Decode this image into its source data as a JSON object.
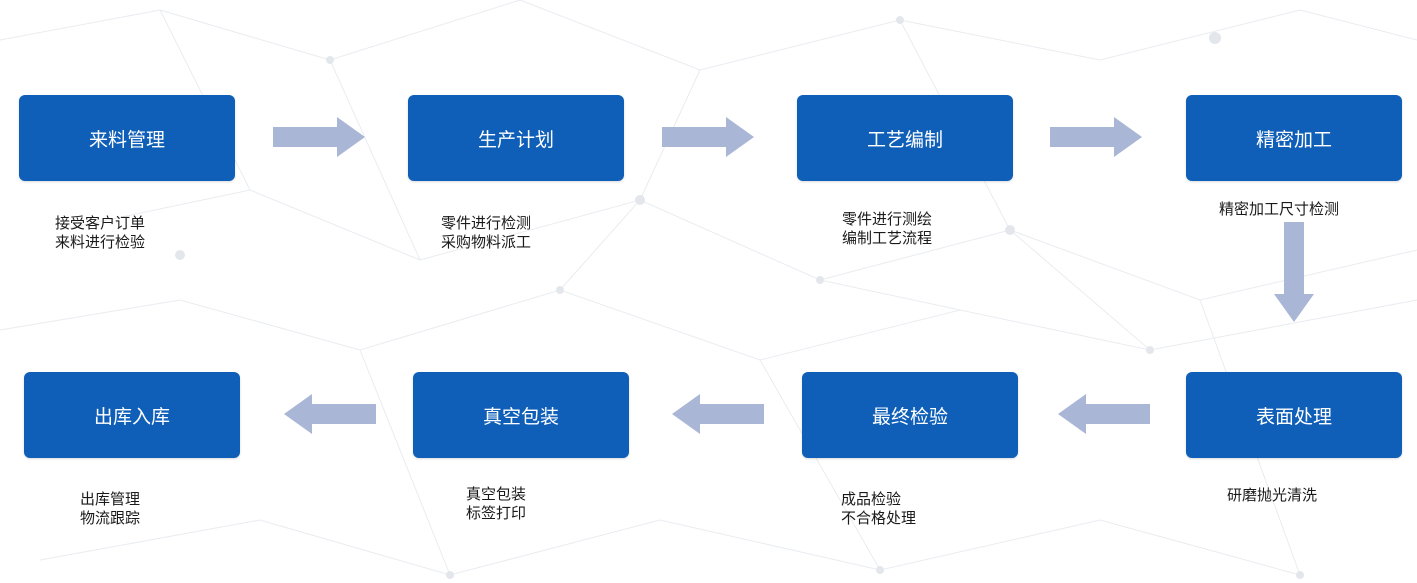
{
  "colors": {
    "box": "#0f5fb8",
    "arrow": "#a9b6d6",
    "text": "#1a1a1a"
  },
  "steps": [
    {
      "title": "来料管理",
      "lines": [
        "接受客户订单",
        "来料进行检验"
      ]
    },
    {
      "title": "生产计划",
      "lines": [
        "零件进行检测",
        "采购物料派工"
      ]
    },
    {
      "title": "工艺编制",
      "lines": [
        "零件进行测绘",
        "编制工艺流程"
      ]
    },
    {
      "title": "精密加工",
      "lines": [
        "精密加工尺寸检测"
      ]
    },
    {
      "title": "表面处理",
      "lines": [
        "研磨抛光清洗"
      ]
    },
    {
      "title": "最终检验",
      "lines": [
        "成品检验",
        "不合格处理"
      ]
    },
    {
      "title": "真空包装",
      "lines": [
        "真空包装",
        "标签打印"
      ]
    },
    {
      "title": "出库入库",
      "lines": [
        "出库管理",
        "物流跟踪"
      ]
    }
  ]
}
